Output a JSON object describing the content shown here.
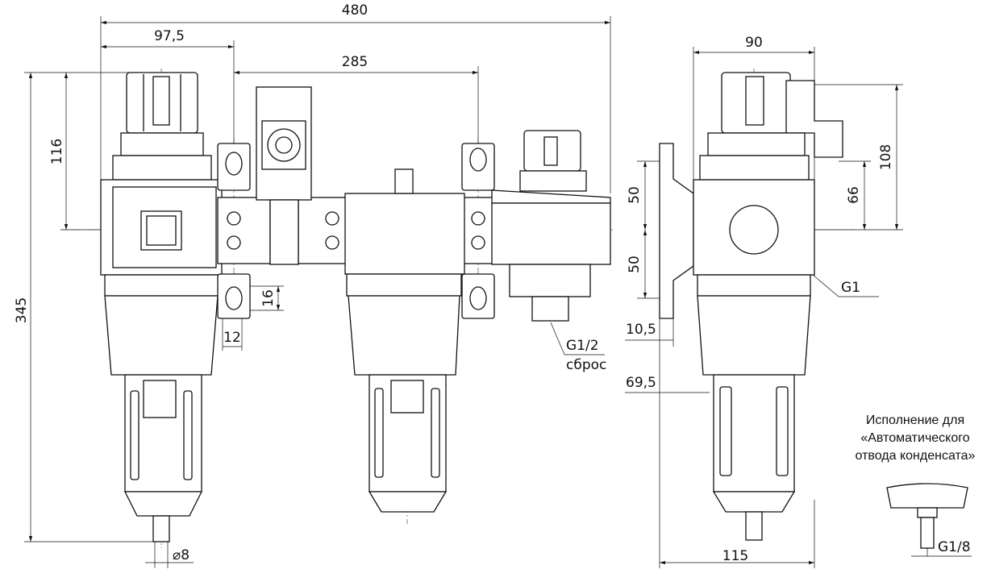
{
  "dimensions": {
    "total_length": "480",
    "first_offset": "97,5",
    "bracket_spacing": "285",
    "height_top": "116",
    "total_height": "345",
    "bracket_hole": "16",
    "bracket_width": "12",
    "exhaust_port": "G1/2",
    "exhaust_label": "сброс",
    "drain_diameter": "⌀8",
    "side_width": "90",
    "side_height_108": "108",
    "side_height_66": "66",
    "mount_upper": "50",
    "mount_lower": "50",
    "port_thread": "G1",
    "flange_thickness": "10,5",
    "bowl_offset": "69,5",
    "side_depth": "115",
    "auto_drain_thread": "G1/8"
  },
  "caption": {
    "line1": "Исполнение для",
    "line2": "«Автоматического",
    "line3": "отвода конденсата»"
  }
}
